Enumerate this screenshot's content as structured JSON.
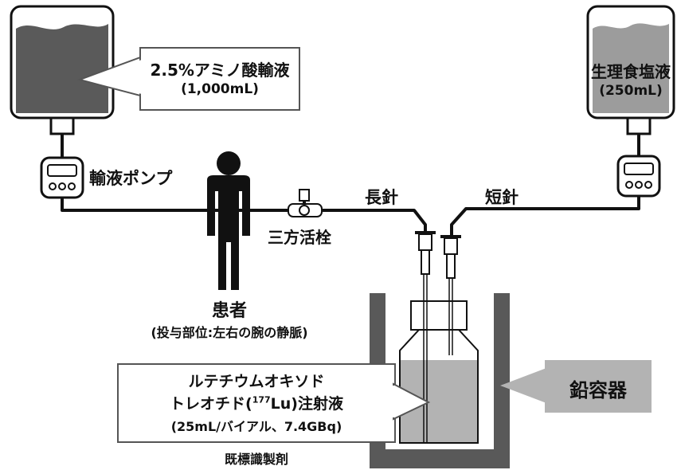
{
  "amino_bag": {
    "name": "2.5%アミノ酸輸液",
    "volume": "(1,000mL)"
  },
  "saline_bag": {
    "name": "生理食塩液",
    "volume": "(250mL)"
  },
  "pump": {
    "label": "輸液ポンプ"
  },
  "patient": {
    "label": "患者",
    "note": "(投与部位:左右の腕の静脈)"
  },
  "stopcock": {
    "label": "三方活栓"
  },
  "long_needle": {
    "label": "長針"
  },
  "short_needle": {
    "label": "短針"
  },
  "lead_container": {
    "label": "鉛容器"
  },
  "drug": {
    "line1": "ルテチウムオキソド",
    "line2_pre": "トレオチド(",
    "line2_sup": "177",
    "line2_post": "Lu)注射液",
    "line3": "(25mL/バイアル、7.4GBq)"
  },
  "drug_caption": "既標識製剤",
  "colors": {
    "fluid": "#5a5a5a",
    "saline_fluid": "#9c9c9c",
    "lead": "#595959",
    "vial_fluid": "#b3b3b3",
    "line": "#111111"
  }
}
